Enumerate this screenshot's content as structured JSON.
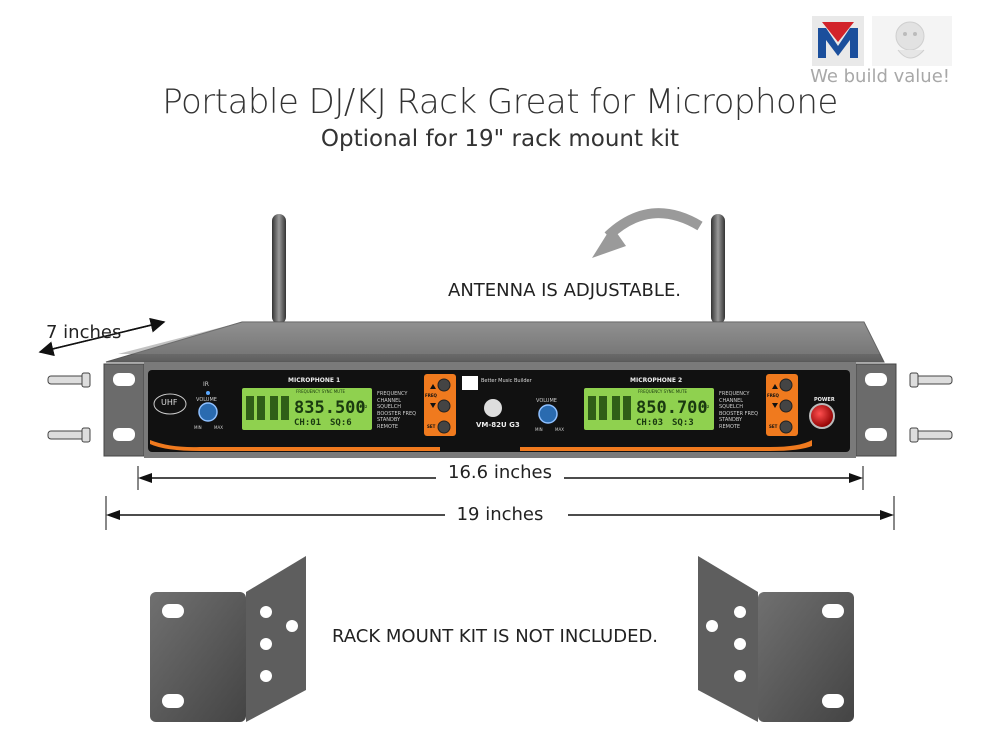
{
  "header": {
    "title": "Portable DJ/KJ Rack Great for Microphone",
    "subtitle": "Optional for 19\" rack mount kit",
    "logo_tagline": "We build value!"
  },
  "annotations": {
    "antenna": "ANTENNA IS ADJUSTABLE.",
    "depth": "7 inches",
    "inner_width": "16.6 inches",
    "outer_width": "19 inches",
    "rack_kit": "RACK MOUNT KIT IS NOT INCLUDED."
  },
  "device": {
    "badge": "UHF",
    "ir_label": "IR",
    "volume_label": "VOLUME",
    "min_label": "MIN",
    "max_label": "MAX",
    "brand": "Better Music Builder",
    "model": "VM-82U G3",
    "power_label": "POWER",
    "channels": [
      {
        "name": "MICROPHONE 1",
        "frequency": "835.500",
        "channel": "CH:01",
        "squelch": "SQ:6"
      },
      {
        "name": "MICROPHONE 2",
        "frequency": "850.700",
        "channel": "CH:03",
        "squelch": "SQ:3"
      }
    ],
    "menu": [
      "FREQUENCY",
      "CHANNEL",
      "SQUELCH",
      "BOOSTER FREQ",
      "STANDBY",
      "REMOTE"
    ],
    "side_buttons": [
      "FREQ",
      "SET"
    ],
    "lcd_tabs": [
      "FREQUENCY",
      "SYNC",
      "MUTE"
    ],
    "mhz_unit": "MHz"
  },
  "colors": {
    "accent_orange": "#f07a1e",
    "panel_black": "#111111",
    "chassis_gray": "#6a6a6a",
    "lcd_green": "#8fd14f",
    "logo_red": "#d2232a",
    "logo_blue": "#1b4f9c"
  }
}
